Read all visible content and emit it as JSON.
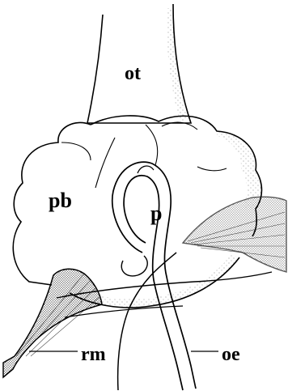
{
  "labels": {
    "ot": "ot",
    "pb": "pb",
    "p": "p",
    "rm": "rm",
    "oe": "oe"
  },
  "colors": {
    "ink": "#000000",
    "paper": "#ffffff"
  }
}
